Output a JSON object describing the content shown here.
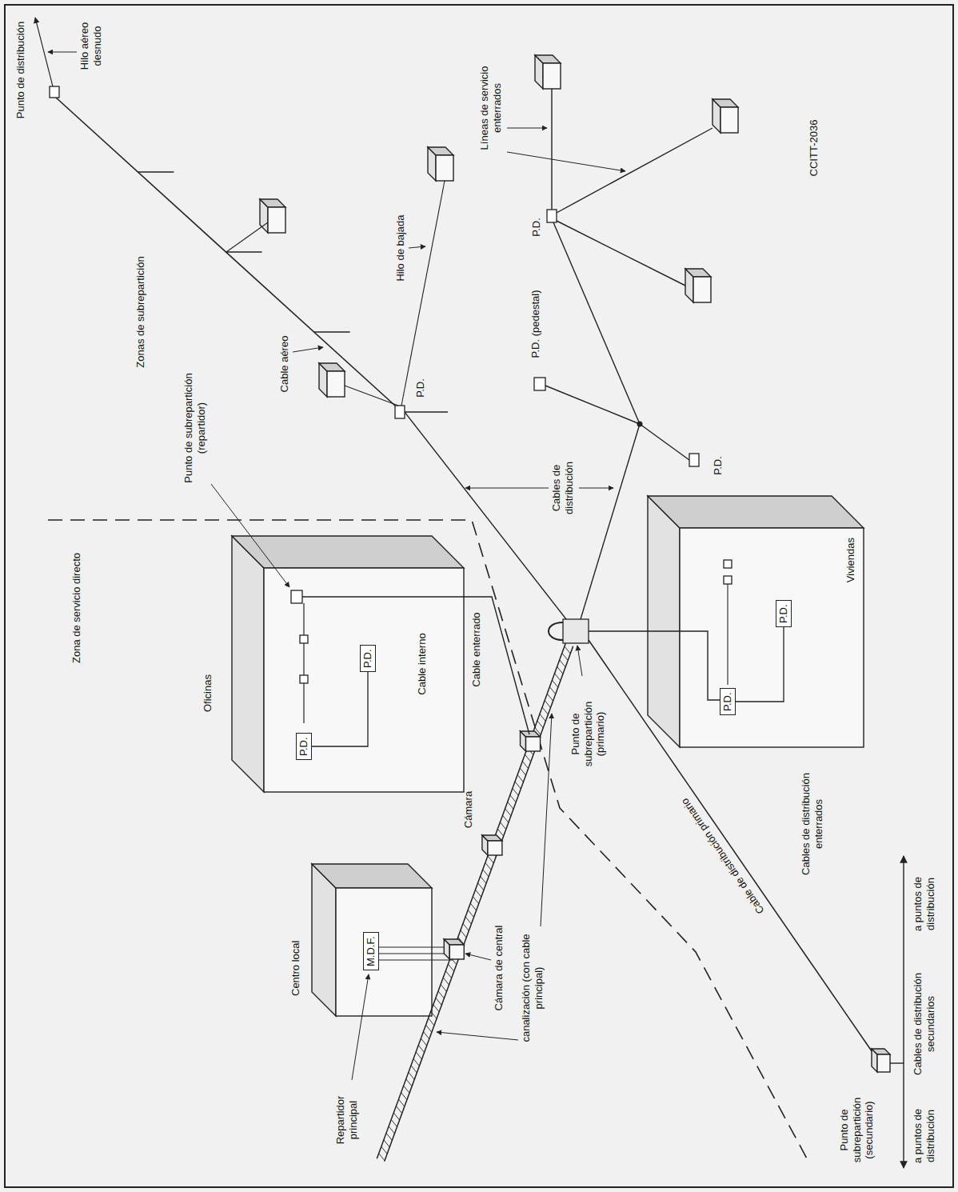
{
  "diagram": {
    "nodes": [
      {
        "text": [
          "Centro local"
        ]
      },
      {
        "text": [
          "M.D.F."
        ],
        "in": 0
      },
      {
        "text": [
          "Oficinas"
        ]
      },
      {
        "text": [
          "P.D."
        ],
        "in": 2
      },
      {
        "text": [
          "P.D."
        ],
        "in": 2
      },
      {
        "text": [
          "Viviendas"
        ]
      },
      {
        "text": [
          "P.D."
        ],
        "in": 5
      },
      {
        "text": [
          "P.D."
        ],
        "in": 5
      }
    ],
    "edges": [
      {
        "from": 3,
        "to": 4,
        "arrow": "none"
      },
      {
        "from": 6,
        "to": 7,
        "arrow": "none"
      }
    ],
    "labels": [
      "Zona de servicio directo",
      "Zonas de subrepartición",
      "Repartidor principal",
      "Cámara de central",
      "Cámara",
      "canalización (con cable principal)",
      "Punto de subrepartición (repartidor)",
      "Cable enterrado",
      "Cable interno",
      "Punto de subrepartición (primario)",
      "Cables de distribución",
      "P.D. (pedestal)",
      "P.D.",
      "P.D.",
      "Cable aéreo",
      "Hilo de bajada",
      "Hilo aéreo desnudo",
      "Punto de distribución",
      "P.D.",
      "Líneas de servicio enterrados",
      "CCITT-2036",
      "Cables de distribución enterrados",
      "Cable de distribución primario",
      "Punto de subrepartición (secundario)",
      "Cables de distribución secundarios",
      "a puntos de distribución",
      "a puntos de distribución"
    ]
  }
}
